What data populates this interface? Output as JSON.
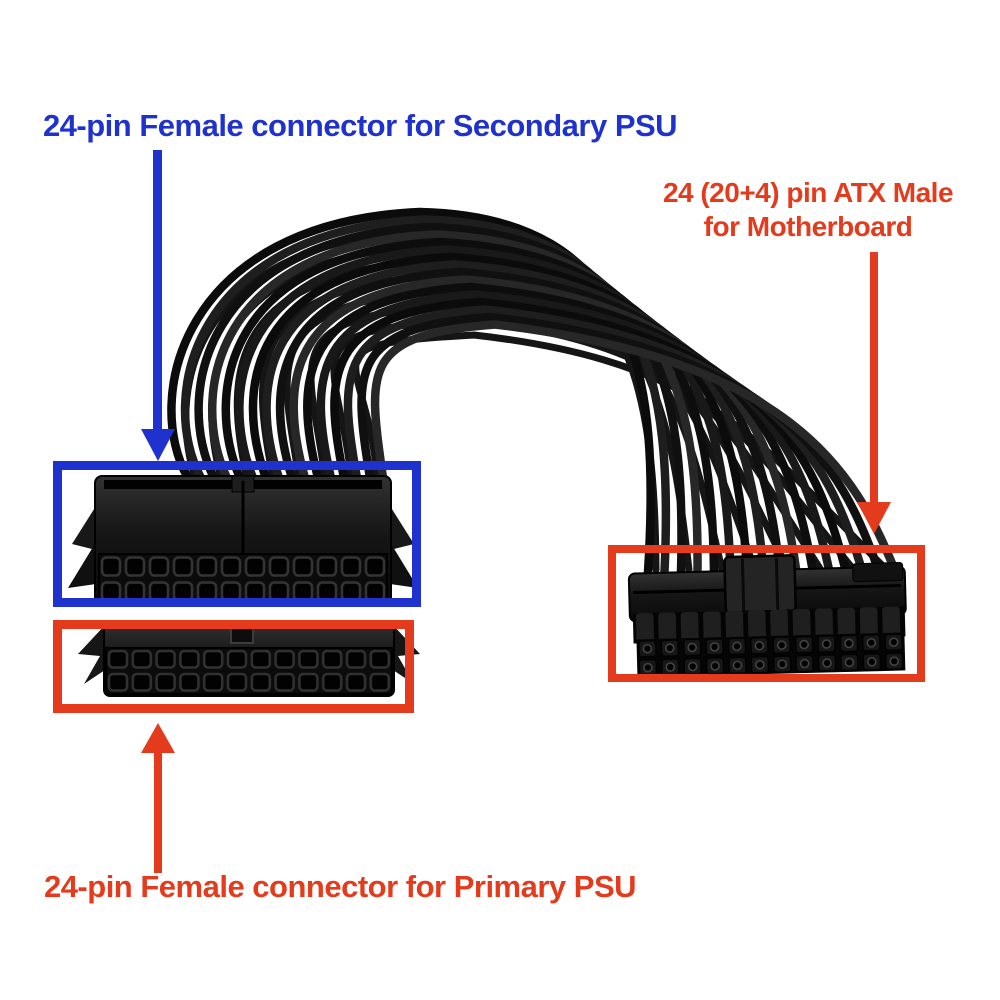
{
  "colors": {
    "annotation_blue": "#2032cd",
    "annotation_red": "#e53b1d",
    "cable_black": "#141414",
    "background": "#ffffff"
  },
  "labels": {
    "secondary": {
      "text": "24-pin Female connector for Secondary PSU",
      "color": "#2032cd"
    },
    "motherboard": {
      "line1": "24 (20+4) pin ATX Male",
      "line2": "for Motherboard",
      "color": "#e53b1d"
    },
    "primary": {
      "text": "24-pin Female connector for Primary PSU",
      "color": "#e53b1d"
    }
  },
  "photo": {
    "subject": "dual PSU 24-pin ATX power adapter cable",
    "connectors": [
      {
        "name": "secondary-female-24pin",
        "pins": "2 rows x 12",
        "outline_color": "#2032cd"
      },
      {
        "name": "primary-female-24pin",
        "pins": "2 rows x 12",
        "outline_color": "#e53b1d"
      },
      {
        "name": "motherboard-male-24pin",
        "pins": "2 rows x 12",
        "outline_color": "#e53b1d"
      }
    ]
  }
}
